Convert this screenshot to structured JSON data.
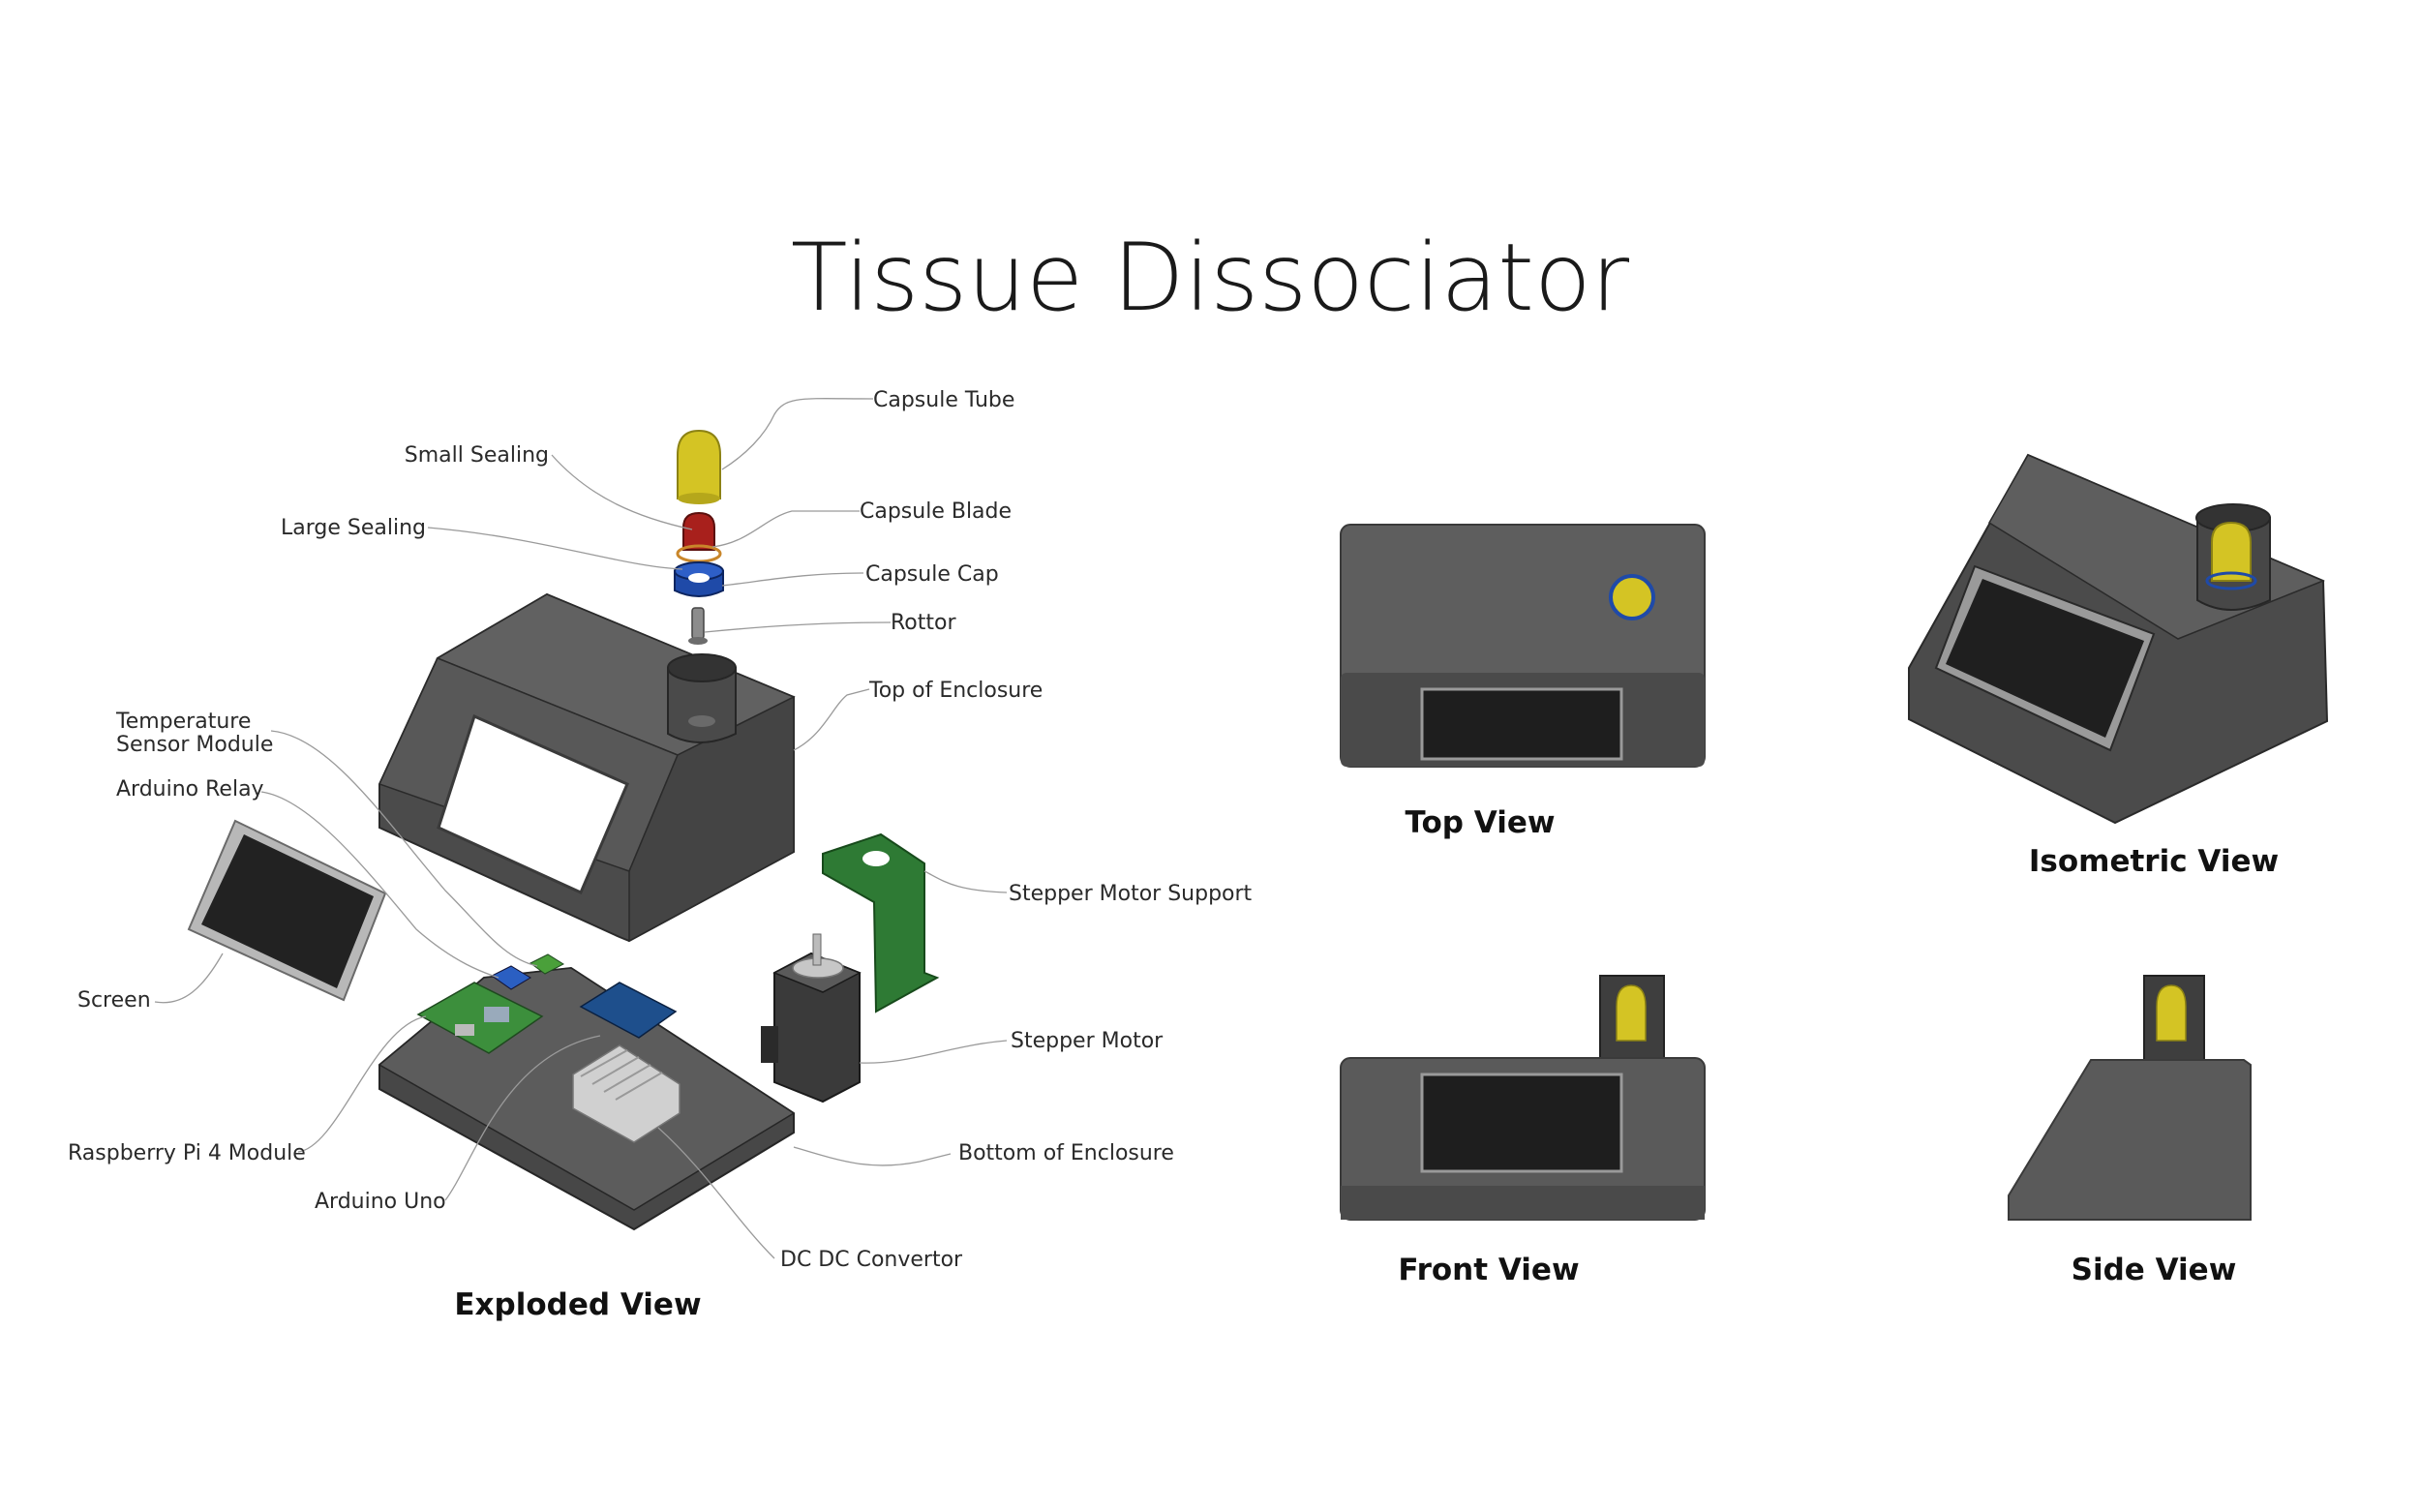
{
  "title": "Tissue Dissociator",
  "exploded_labels": {
    "capsule_tube": "Capsule Tube",
    "small_sealing": "Small Sealing",
    "capsule_blade": "Capsule Blade",
    "large_sealing": "Large Sealing",
    "capsule_cap": "Capsule Cap",
    "rottor": "Rottor",
    "top_enclosure": "Top of Enclosure",
    "temp_sensor_line1": "Temperature",
    "temp_sensor_line2": "Sensor Module",
    "arduino_relay": "Arduino Relay",
    "stepper_support": "Stepper Motor Support",
    "screen": "Screen",
    "stepper_motor": "Stepper Motor",
    "raspberry_pi": "Raspberry Pi 4 Module",
    "bottom_enclosure": "Bottom of Enclosure",
    "arduino_uno": "Arduino Uno",
    "dcdc": "DC DC Convertor"
  },
  "view_labels": {
    "exploded": "Exploded View",
    "top": "Top View",
    "isometric": "Isometric View",
    "front": "Front View",
    "side": "Side View"
  },
  "colors": {
    "enclosure": "#5a5a5a",
    "enclosure_dark": "#3c3c3c",
    "screen": "#1f1f1f",
    "capsule": "#d4c424",
    "cap_blue": "#1f4aa8",
    "blade_red": "#a8201c",
    "support_green": "#2e7a34"
  }
}
